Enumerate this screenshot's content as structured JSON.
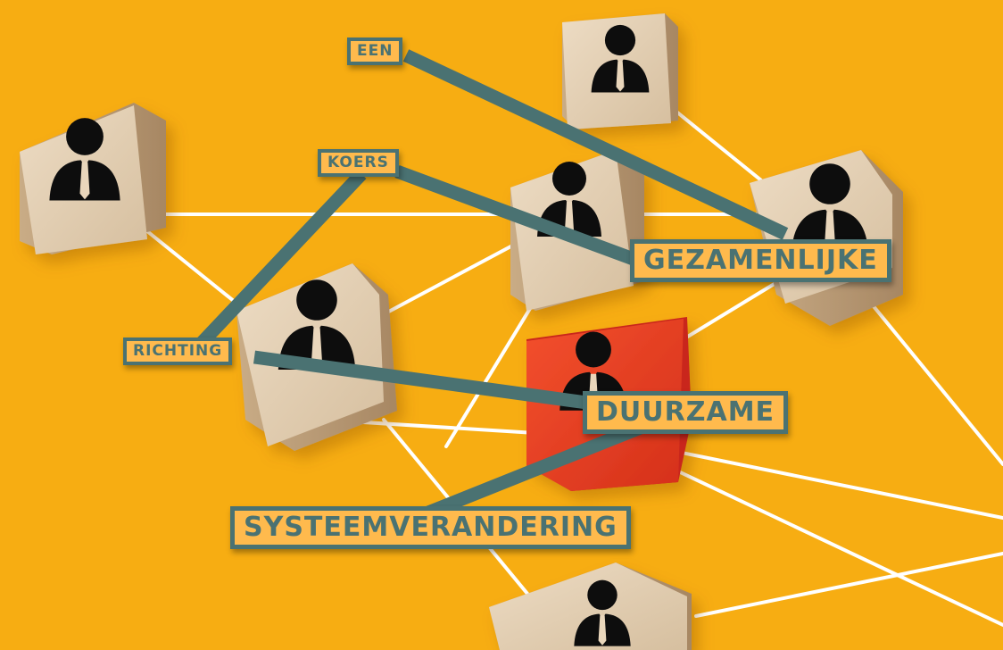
{
  "scene": {
    "background_color": "#f7ad12",
    "block_color": "#d7bd9c",
    "highlight_block_color": "#ee3a1b",
    "connector_color": "#4a7272",
    "network_line_color": "#ffffff",
    "icon": "person-with-tie-icon"
  },
  "labels": {
    "een": "EEN",
    "koers": "KOERS",
    "richting": "RICHTING",
    "gezamenlijke": "GEZAMENLIJKE",
    "duurzame": "DUURZAME",
    "systeemverandering": "SYSTEEMVERANDERING"
  }
}
